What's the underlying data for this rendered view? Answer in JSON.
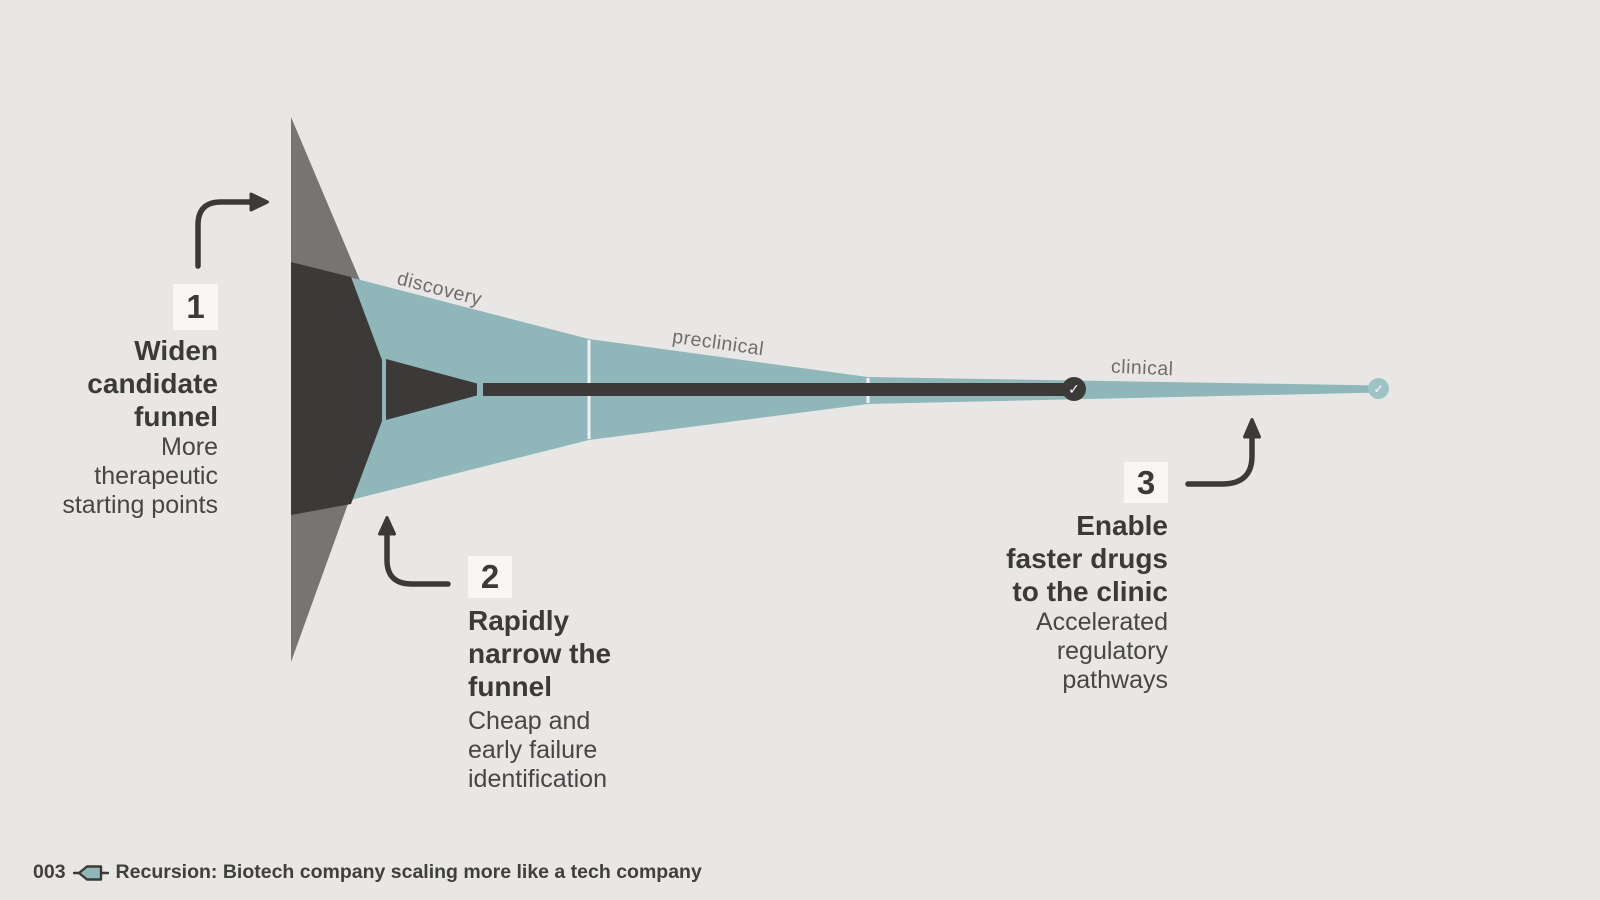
{
  "colors": {
    "background": "#e8e7e5",
    "teal": "#8fb7b9",
    "teal_light": "#9ec3c4",
    "charcoal": "#3b3a38",
    "grey": "#767574",
    "divider": "#f0efed",
    "badge_bg": "#f8f7f5",
    "stage_label": "#6f6e6d"
  },
  "funnel": {
    "stages": [
      {
        "label": "discovery"
      },
      {
        "label": "preclinical"
      },
      {
        "label": "clinical"
      }
    ],
    "milestones": [
      {
        "icon": "checkmark",
        "style": "dark"
      },
      {
        "icon": "checkmark",
        "style": "teal"
      }
    ]
  },
  "annotations": [
    {
      "number": "1",
      "title_lines": [
        "Widen",
        "candidate",
        "funnel"
      ],
      "subtitle_lines": [
        "More",
        "therapeutic",
        "starting points"
      ]
    },
    {
      "number": "2",
      "title_lines": [
        "Rapidly",
        "narrow the",
        "funnel"
      ],
      "subtitle_lines": [
        "Cheap and",
        "early failure",
        "identification"
      ]
    },
    {
      "number": "3",
      "title_lines": [
        "Enable",
        "faster drugs",
        "to the clinic"
      ],
      "subtitle_lines": [
        "Accelerated",
        "regulatory",
        "pathways"
      ]
    }
  ],
  "footer": {
    "index": "003",
    "icon": "pill-icon",
    "caption": "Recursion: Biotech company scaling more like a tech company"
  },
  "icons": {
    "checkmark": "✓"
  }
}
